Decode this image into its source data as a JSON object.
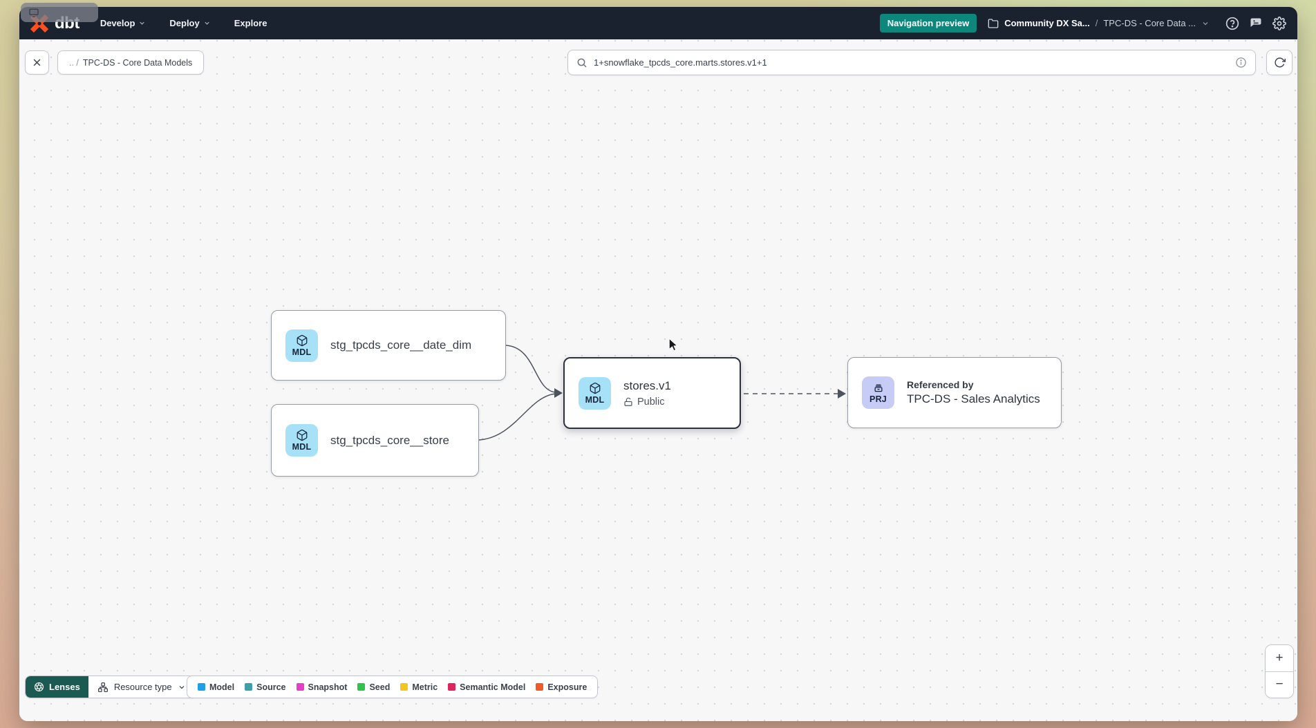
{
  "nav": {
    "logo_text": "dbt",
    "menus": [
      {
        "label": "Develop"
      },
      {
        "label": "Deploy"
      },
      {
        "label": "Explore"
      }
    ],
    "preview_badge": "Navigation preview",
    "breadcrumb": {
      "account": "Community DX Sa...",
      "separator": "/",
      "project": "TPC-DS - Core Data ..."
    },
    "icons": [
      "help-icon",
      "feedback-icon",
      "gear-icon"
    ]
  },
  "toolbar": {
    "breadcrumb_prefix": ".. /",
    "breadcrumb_name": "TPC-DS - Core Data Models",
    "search_value": "1+snowflake_tpcds_core.marts.stores.v1+1"
  },
  "graph": {
    "nodes": [
      {
        "badge": "MDL",
        "title": "stg_tpcds_core__date_dim",
        "type": "model"
      },
      {
        "badge": "MDL",
        "title": "stg_tpcds_core__store",
        "type": "model"
      },
      {
        "badge": "MDL",
        "title": "stores.v1",
        "access": "Public",
        "type": "model",
        "selected": true
      },
      {
        "badge": "PRJ",
        "caption": "Referenced by",
        "title": "TPC-DS - Sales Analytics",
        "type": "project"
      }
    ],
    "edges": [
      {
        "from": "stg_tpcds_core__date_dim",
        "to": "stores.v1",
        "style": "solid"
      },
      {
        "from": "stg_tpcds_core__store",
        "to": "stores.v1",
        "style": "solid"
      },
      {
        "from": "stores.v1",
        "to": "TPC-DS - Sales Analytics",
        "style": "dashed"
      }
    ]
  },
  "footer": {
    "lenses_label": "Lenses",
    "resource_type_label": "Resource type",
    "legend": [
      {
        "label": "Model",
        "color": "#1f9fe8"
      },
      {
        "label": "Source",
        "color": "#3f9fa8"
      },
      {
        "label": "Snapshot",
        "color": "#e53ec8"
      },
      {
        "label": "Seed",
        "color": "#2fc24d"
      },
      {
        "label": "Metric",
        "color": "#f2c71d"
      },
      {
        "label": "Semantic Model",
        "color": "#e0245e"
      },
      {
        "label": "Exposure",
        "color": "#f15b2b"
      }
    ]
  },
  "zoom_controls": {
    "zoom_in": "+",
    "zoom_out": "−"
  },
  "colors": {
    "navbar_bg": "#1a2230",
    "preview_badge_bg": "#0d867c",
    "lenses_bg": "#1a5a52",
    "model_badge_bg": "#a7e1f8",
    "project_badge_bg": "#c6ccf6",
    "logo_orange": "#ff4f1f"
  }
}
